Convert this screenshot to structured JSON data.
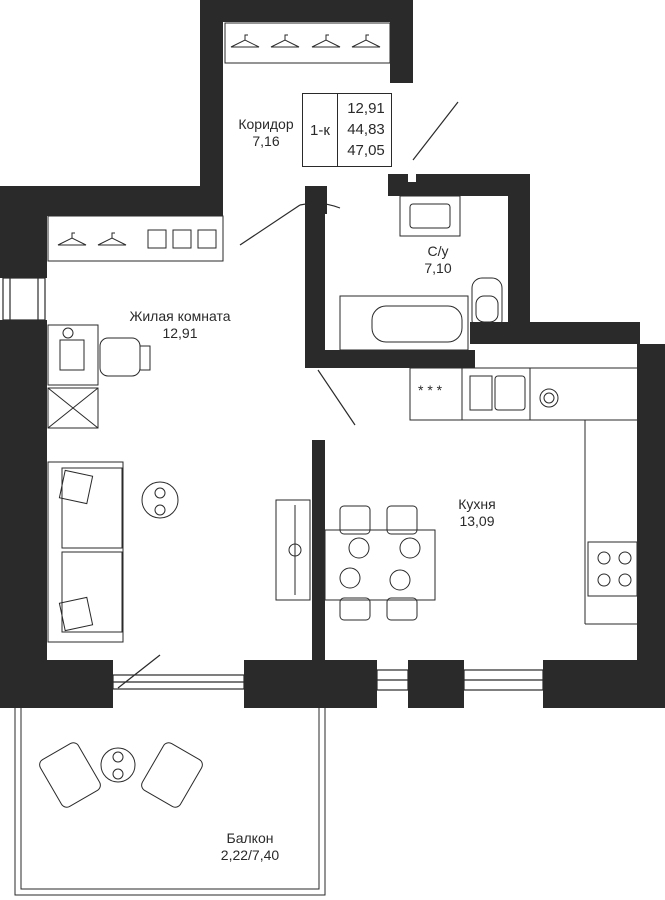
{
  "unit": {
    "type": "1-к",
    "areas": [
      "12,91",
      "44,83",
      "47,05"
    ]
  },
  "rooms": {
    "corridor": {
      "name": "Коридор",
      "area": "7,16"
    },
    "bathroom": {
      "name": "С/у",
      "area": "7,10"
    },
    "living": {
      "name": "Жилая комната",
      "area": "12,91"
    },
    "kitchen": {
      "name": "Кухня",
      "area": "13,09"
    },
    "balcony": {
      "name": "Балкон",
      "area": "2,22/7,40"
    }
  },
  "colors": {
    "wall": "#2a2a2a",
    "line": "#2a2a2a",
    "background": "#ffffff"
  }
}
